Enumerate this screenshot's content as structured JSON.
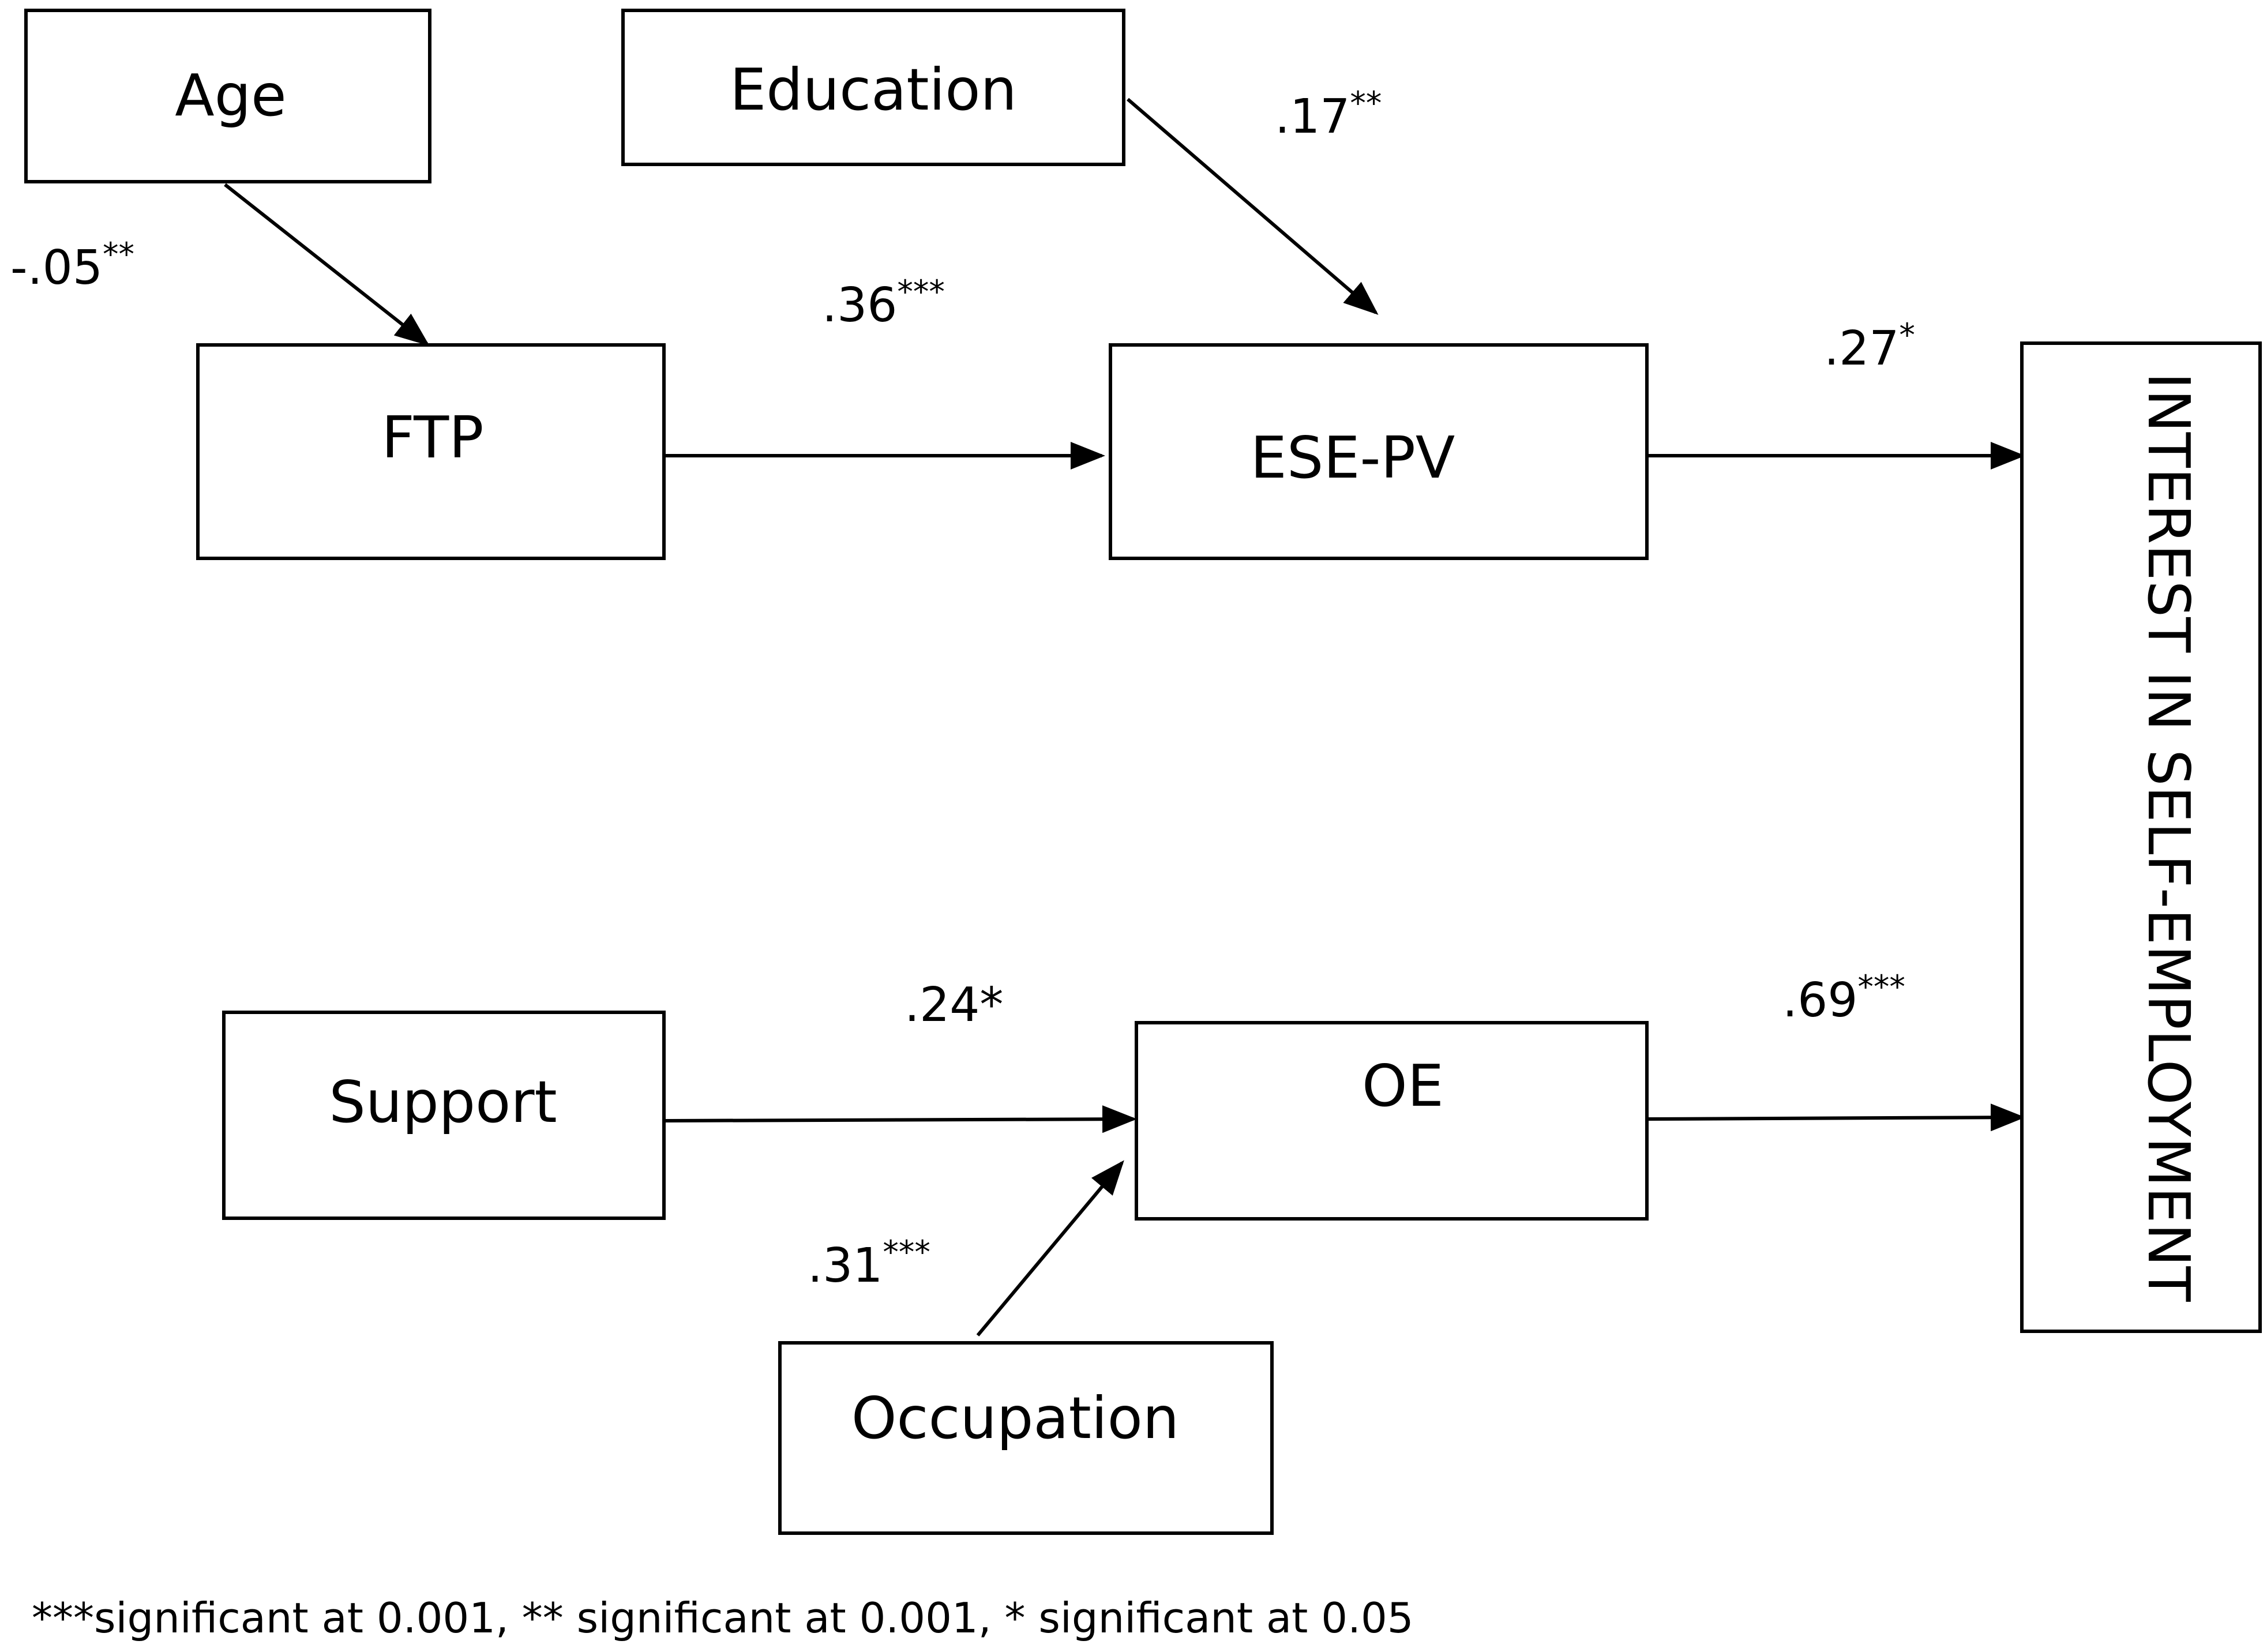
{
  "nodes": {
    "age": "Age",
    "education": "Education",
    "ftp": "FTP",
    "ese_pv": "ESE-PV",
    "interest": "INTEREST IN SELF-EMPLOYMENT",
    "support": "Support",
    "oe": "OE",
    "occupation": "Occupation"
  },
  "edges": {
    "age_ftp": {
      "value": "-.05",
      "stars": "**"
    },
    "education_esepv": {
      "value": ".17",
      "stars": "**"
    },
    "ftp_esepv": {
      "value": ".36",
      "stars": "***"
    },
    "esepv_interest": {
      "value": ".27",
      "stars": "*"
    },
    "support_oe": {
      "value": ".24*",
      "stars": ""
    },
    "oe_interest": {
      "value": ".69",
      "stars": "***"
    },
    "occupation_oe": {
      "value": ".31",
      "stars": "***"
    }
  },
  "footnote": "***significant at 0.001, ** significant at 0.001, * significant at 0.05"
}
